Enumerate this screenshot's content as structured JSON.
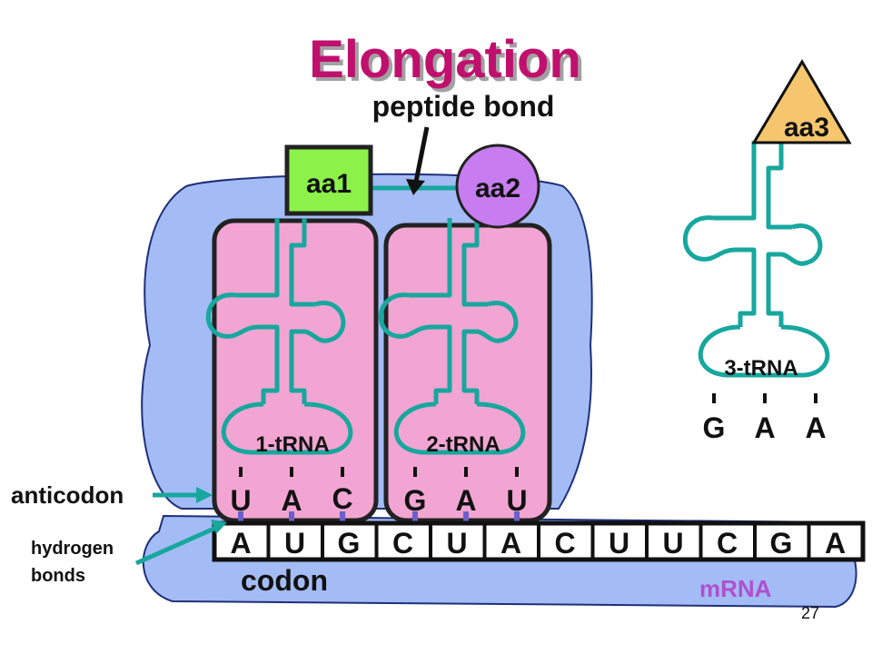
{
  "title": "Elongation",
  "labels": {
    "peptide_bond": "peptide bond",
    "anticodon": "anticodon",
    "hydrogen_line1": "hydrogen",
    "hydrogen_line2": "bonds",
    "codon": "codon",
    "mrna": "mRNA",
    "page_number": "27"
  },
  "amino_acids": {
    "aa1": "aa1",
    "aa2": "aa2",
    "aa3": "aa3"
  },
  "trnas": [
    {
      "label": "1-tRNA",
      "anticodon": [
        "U",
        "A",
        "C"
      ]
    },
    {
      "label": "2-tRNA",
      "anticodon": [
        "G",
        "A",
        "U"
      ]
    },
    {
      "label": "3-tRNA",
      "anticodon": [
        "G",
        "A",
        "A"
      ]
    }
  ],
  "mrna_bases": [
    "A",
    "U",
    "G",
    "C",
    "U",
    "A",
    "C",
    "U",
    "U",
    "C",
    "G",
    "A"
  ],
  "colors": {
    "title": "#c0106e",
    "ribosome": "#a3bcf5",
    "trna_site": "#f2a5d2",
    "trna_strand": "#17a79e",
    "aa1": "#8cf24a",
    "aa2": "#c77df0",
    "aa3": "#f5c66d",
    "mrna_label": "#b050d0",
    "bond_dot": "#6a60c8"
  }
}
